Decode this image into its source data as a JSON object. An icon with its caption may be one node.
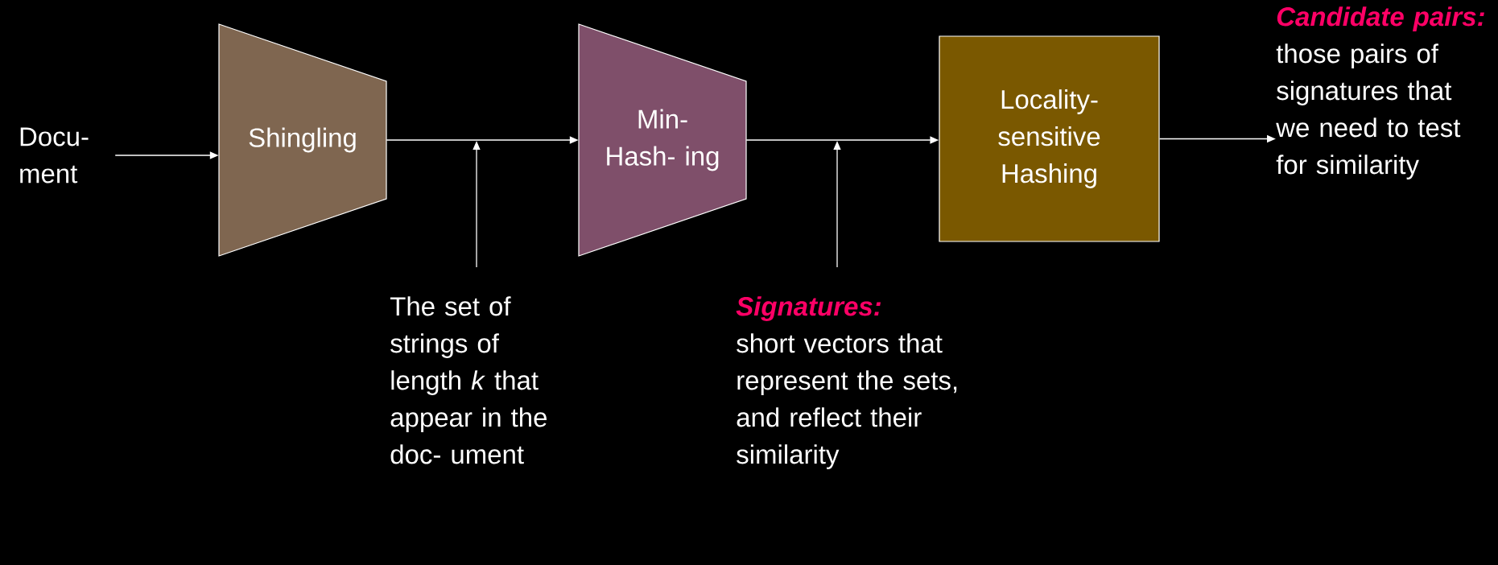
{
  "diagram": {
    "nodes": [
      {
        "text": [
          "Docu- ment"
        ]
      },
      {
        "text": [
          "Shingling"
        ]
      },
      {
        "text": [
          "Min-Hash- ing"
        ]
      },
      {
        "text": [
          "Locality- sensitive Hashing"
        ]
      },
      {
        "text": [
          "Candidate pairs:",
          "those pairs of signatures that we need to test for similarity"
        ]
      },
      {
        "text": [
          "The set of strings of length *k* that appear in the doc- ument"
        ]
      },
      {
        "text": [
          "Signatures:",
          "short vectors that represent the sets, and reflect their similarity"
        ]
      }
    ],
    "edges": [
      {
        "from": 0,
        "to": 1,
        "arrow": "to"
      },
      {
        "from": 1,
        "to": 2,
        "arrow": "to"
      },
      {
        "from": 2,
        "to": 3,
        "arrow": "to"
      },
      {
        "from": 3,
        "to": 4,
        "arrow": "to"
      },
      {
        "from": 5,
        "to": null,
        "arrow": "to"
      },
      {
        "from": 6,
        "to": null,
        "arrow": "to"
      }
    ]
  }
}
